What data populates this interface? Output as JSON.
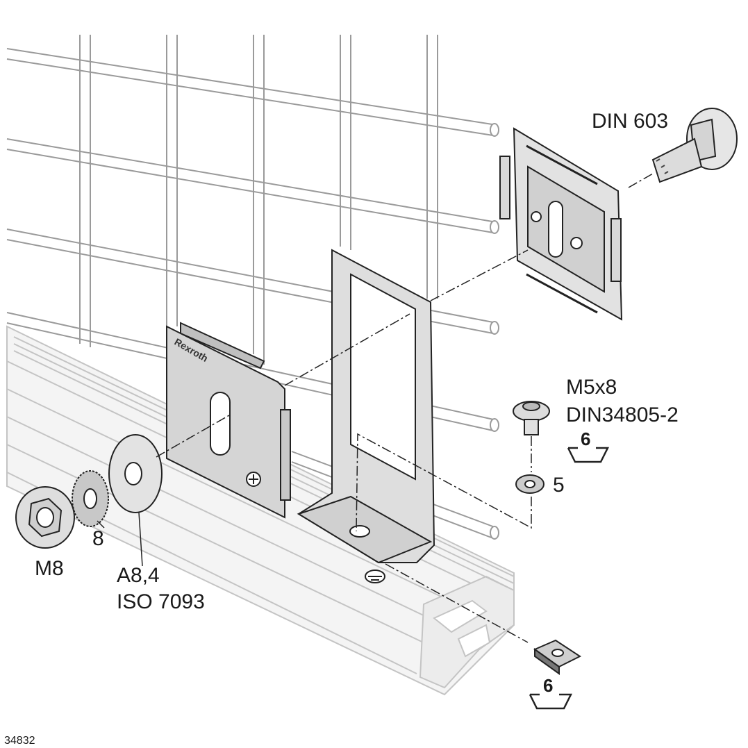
{
  "labels": {
    "din603": "DIN 603",
    "m5x8": "M5x8",
    "din34805": "DIN34805-2",
    "slot_top": "6",
    "washer5": "5",
    "washer8": "8",
    "m8": "M8",
    "a84": "A8,4",
    "iso7093": "ISO 7093",
    "slot_bottom": "6",
    "drawing_number": "34832",
    "brand": "Rexroth"
  }
}
